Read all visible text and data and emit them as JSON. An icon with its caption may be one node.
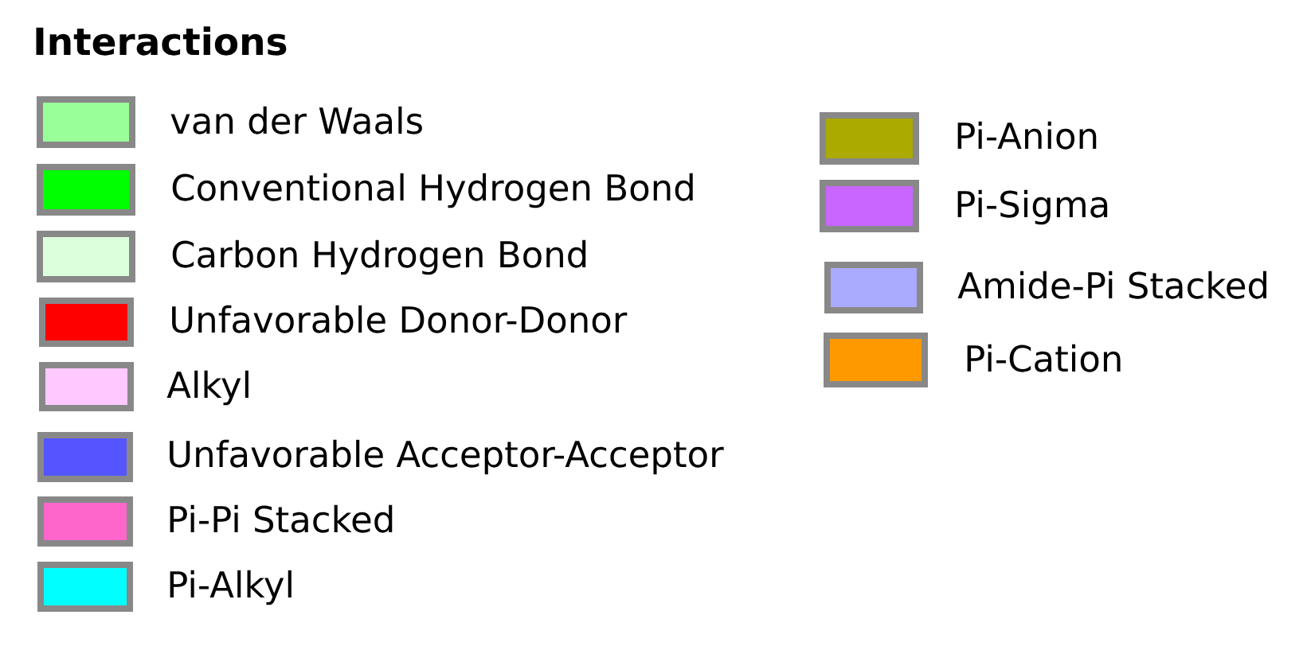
{
  "diagram": {
    "title": "Interactions",
    "legend": [
      {
        "text": "van der Waals",
        "color": "#99ff99"
      },
      {
        "text": "Conventional Hydrogen Bond",
        "color": "#00ff00"
      },
      {
        "text": "Carbon Hydrogen Bond",
        "color": "#dcffdc"
      },
      {
        "text": "Unfavorable Donor-Donor",
        "color": "#ff0000"
      },
      {
        "text": "Alkyl",
        "color": "#ffc8ff"
      },
      {
        "text": "Unfavorable Acceptor-Acceptor",
        "color": "#5555ff"
      },
      {
        "text": "Pi-Pi Stacked",
        "color": "#ff66cc"
      },
      {
        "text": "Pi-Alkyl",
        "color": "#00ffff"
      },
      {
        "text": "Pi-Anion",
        "color": "#aaaa00"
      },
      {
        "text": "Pi-Sigma",
        "color": "#c866ff"
      },
      {
        "text": "Amide-Pi Stacked",
        "color": "#aaaaff"
      },
      {
        "text": "Pi-Cation",
        "color": "#ff9900"
      }
    ]
  }
}
